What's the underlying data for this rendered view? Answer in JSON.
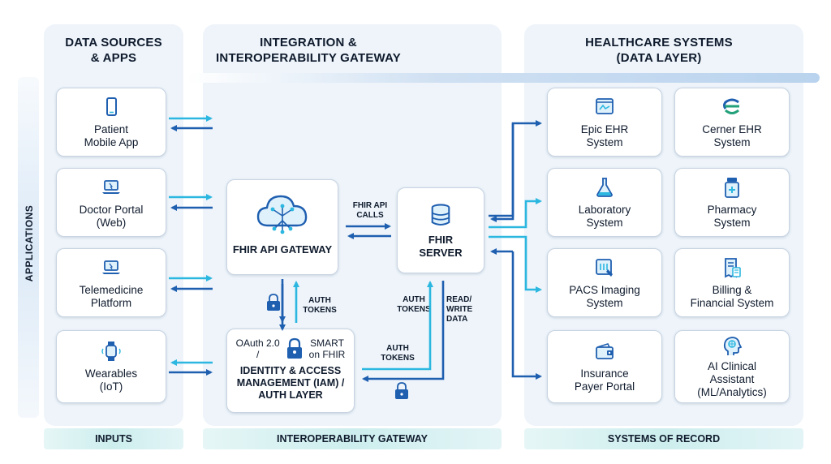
{
  "columns": {
    "left_title": "DATA SOURCES\n& APPS",
    "middle_title": "INTEGRATION &\nINTEROPERABILITY GATEWAY",
    "right_title": "HEALTHCARE SYSTEMS\n(DATA LAYER)"
  },
  "side_label": "APPLICATIONS",
  "sources": [
    {
      "label": "Patient\nMobile App",
      "icon": "smartphone-icon"
    },
    {
      "label": "Doctor Portal\n(Web)",
      "icon": "laptop-icon"
    },
    {
      "label": "Telemedicine\nPlatform",
      "icon": "laptop-icon"
    },
    {
      "label": "Wearables\n(IoT)",
      "icon": "smartwatch-icon"
    }
  ],
  "gateway": {
    "api_gateway": "FHIR API GATEWAY",
    "fhir_server": "FHIR\nSERVER",
    "iam_left": "OAuth 2.0\n/",
    "iam_right": "SMART\non FHIR",
    "iam_title": "IDENTITY & ACCESS\nMANAGEMENT (IAM) /\nAUTH LAYER"
  },
  "edge_labels": {
    "fhir_api_calls": "FHIR API\nCALLS",
    "auth_tokens_gateway": "AUTH\nTOKENS",
    "auth_tokens_server": "AUTH\nTOKENS",
    "read_write": "READ/\nWRITE\nDATA",
    "auth_tokens_iam": "AUTH\nTOKENS"
  },
  "systems": [
    {
      "label": "Epic EHR\nSystem",
      "icon": "monitor-chart-icon"
    },
    {
      "label": "Cerner EHR\nSystem",
      "icon": "cerner-logo-icon"
    },
    {
      "label": "Laboratory\nSystem",
      "icon": "flask-icon"
    },
    {
      "label": "Pharmacy\nSystem",
      "icon": "medicine-bottle-icon"
    },
    {
      "label": "PACS Imaging\nSystem",
      "icon": "imaging-icon"
    },
    {
      "label": "Billing &\nFinancial System",
      "icon": "billing-icon"
    },
    {
      "label": "Insurance\nPayer Portal",
      "icon": "wallet-icon"
    },
    {
      "label": "AI Clinical\nAssistant\n(ML/Analytics)",
      "icon": "ai-head-icon"
    }
  ],
  "footers": {
    "inputs": "INPUTS",
    "gateway": "INTEROPERABILITY GATEWAY",
    "records": "SYSTEMS OF RECORD"
  },
  "colors": {
    "panel_bg": "#eef4fa",
    "arrow_dark": "#1f5fb0",
    "arrow_light": "#2bb7e0",
    "icon_blue": "#1f5fb0",
    "cerner_green": "#22a07a"
  }
}
